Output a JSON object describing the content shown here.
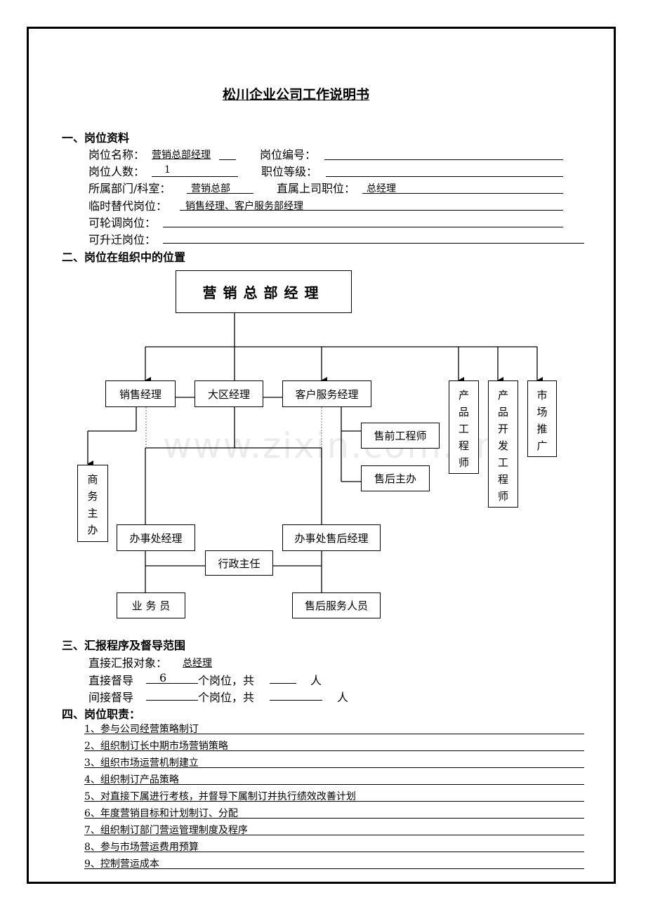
{
  "title": "松川企业公司工作说明书",
  "section1": {
    "heading": "一、岗位资料",
    "name_label": "岗位名称：",
    "name_value": "营销总部经理",
    "code_label": "岗位编号：",
    "count_label": "岗位人数：",
    "count_value": "1",
    "grade_label": "职位等级：",
    "dept_label": "所属部门/科室：",
    "dept_value": "营销总部",
    "superior_label": "直属上司职位：",
    "superior_value": "总经理",
    "substitute_label": "临时替代岗位：",
    "substitute_value": "销售经理、客户服务部经理",
    "rotation_label": "可轮调岗位：",
    "promotion_label": "可升迁岗位："
  },
  "section2": {
    "heading": "二、岗位在组织中的位置",
    "org": {
      "top": "营销总部经理",
      "sales_manager": "销售经理",
      "region_manager": "大区经理",
      "cs_manager": "客户服务经理",
      "presales": "售前工程师",
      "aftersales_head": "售后主办",
      "business_admin": [
        "商",
        "务",
        "主",
        "办"
      ],
      "product_engineer": [
        "产",
        "品",
        "工",
        "程",
        "师"
      ],
      "product_dev_engineer": [
        "产",
        "品",
        "开",
        "发",
        "工",
        "程",
        "师"
      ],
      "market_promotion": [
        "市",
        "场",
        "推",
        "广"
      ],
      "office_manager": "办事处经理",
      "office_aftersales_manager": "办事处售后经理",
      "admin_head": "行政主任",
      "salesperson": "业 务 员",
      "aftersales_staff": "售后服务人员"
    }
  },
  "section3": {
    "heading": "三、汇报程序及督导范围",
    "report_label": "直接汇报对象：",
    "report_value": "总经理",
    "direct_label": "直接督导",
    "direct_value": "6",
    "direct_mid": "个岗位，共",
    "direct_end": "人",
    "indirect_label": "间接督导",
    "indirect_mid": "个岗位，共",
    "indirect_end": "人"
  },
  "section4": {
    "heading": "四、岗位职责：",
    "items": [
      "1、参与公司经营策略制订",
      "2、组织制订长中期市场营销策略",
      "3、组织市场运营机制建立",
      "4、组织制订产品策略",
      "5、对直接下属进行考核，并督导下属制订并执行绩效改善计划",
      "6、年度营销目标和计划制订、分配",
      "7、组织制订部门营运管理制度及程序",
      "8、参与市场营运费用预算",
      "9、控制营运成本"
    ]
  },
  "watermark": "www.zixin.com.cn"
}
